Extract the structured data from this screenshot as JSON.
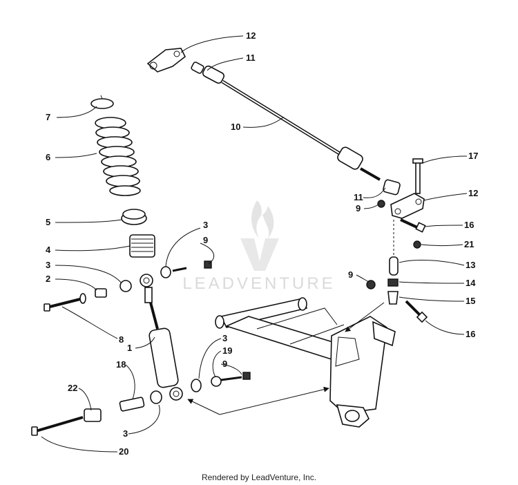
{
  "watermark": {
    "brand": "LEADVENTURE"
  },
  "footer": {
    "credit": "Rendered by LeadVenture, Inc."
  },
  "callouts": [
    {
      "id": "c12a",
      "label": "12"
    },
    {
      "id": "c11a",
      "label": "11"
    },
    {
      "id": "c10",
      "label": "10"
    },
    {
      "id": "c7",
      "label": "7"
    },
    {
      "id": "c6",
      "label": "6"
    },
    {
      "id": "c5",
      "label": "5"
    },
    {
      "id": "c4",
      "label": "4"
    },
    {
      "id": "c3a",
      "label": "3"
    },
    {
      "id": "c9a",
      "label": "9"
    },
    {
      "id": "c3b",
      "label": "3"
    },
    {
      "id": "c2",
      "label": "2"
    },
    {
      "id": "c8",
      "label": "8"
    },
    {
      "id": "c1",
      "label": "1"
    },
    {
      "id": "c18",
      "label": "18"
    },
    {
      "id": "c22",
      "label": "22"
    },
    {
      "id": "c3c",
      "label": "3"
    },
    {
      "id": "c20",
      "label": "20"
    },
    {
      "id": "c3d",
      "label": "3"
    },
    {
      "id": "c19",
      "label": "19"
    },
    {
      "id": "c9b",
      "label": "9"
    },
    {
      "id": "c17",
      "label": "17"
    },
    {
      "id": "c11b",
      "label": "11"
    },
    {
      "id": "c12b",
      "label": "12"
    },
    {
      "id": "c9c",
      "label": "9"
    },
    {
      "id": "c16a",
      "label": "16"
    },
    {
      "id": "c21",
      "label": "21"
    },
    {
      "id": "c13",
      "label": "13"
    },
    {
      "id": "c9d",
      "label": "9"
    },
    {
      "id": "c14",
      "label": "14"
    },
    {
      "id": "c15",
      "label": "15"
    },
    {
      "id": "c16b",
      "label": "16"
    }
  ]
}
